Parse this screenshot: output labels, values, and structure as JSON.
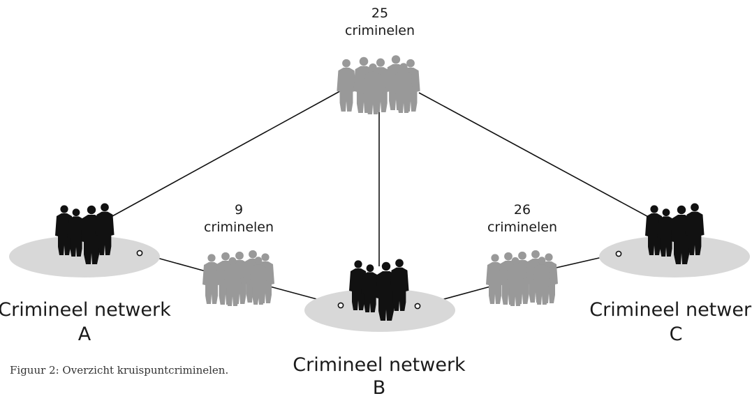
{
  "colors": {
    "background": "#ffffff",
    "ellipse": "#d8d8d8",
    "network_people": "#111111",
    "crossroad_people": "#999999",
    "line": "#111111"
  },
  "crossroad_groups": {
    "top": {
      "count": "25",
      "unit": "criminelen"
    },
    "left": {
      "count": "9",
      "unit": "criminelen"
    },
    "right": {
      "count": "26",
      "unit": "criminelen"
    }
  },
  "networks": {
    "a": {
      "line1": "Crimineel netwerk",
      "line2": "A"
    },
    "b": {
      "line1": "Crimineel netwerk",
      "line2": "B"
    },
    "c": {
      "line1": "Crimineel netwerk",
      "line2": "C"
    }
  },
  "caption": "Figuur 2: Overzicht kruispuntcriminelen."
}
